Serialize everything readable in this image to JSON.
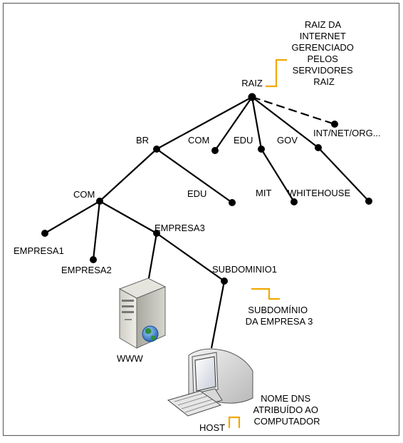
{
  "tree": {
    "root": "RAIZ",
    "br": "BR",
    "com_top": "COM",
    "edu_top": "EDU",
    "gov": "GOV",
    "int_net_org": "INT/NET/ORG...",
    "com_br": "COM",
    "edu_br": "EDU",
    "mit": "MIT",
    "whitehouse": "WHITEHOUSE",
    "empresa1": "EMPRESA1",
    "empresa2": "EMPRESA2",
    "empresa3": "EMPRESA3",
    "subdominio1": "SUBDOMINIO1",
    "www": "WWW",
    "host": "HOST"
  },
  "callouts": {
    "root_note": [
      "RAIZ DA",
      "INTERNET",
      "GERENCIADO",
      "PELOS",
      "SERVIDORES",
      "RAIZ"
    ],
    "sub_note": [
      "SUBDOMÍNIO",
      "DA EMPRESA 3"
    ],
    "host_note": [
      "NOME DNS",
      "ATRIBUÍDO AO",
      "COMPUTADOR"
    ]
  },
  "colors": {
    "bracket": "#f0a800",
    "line": "#000000",
    "frame": "#555555"
  },
  "icons": {
    "server": "server-icon",
    "computer": "computer-icon"
  }
}
